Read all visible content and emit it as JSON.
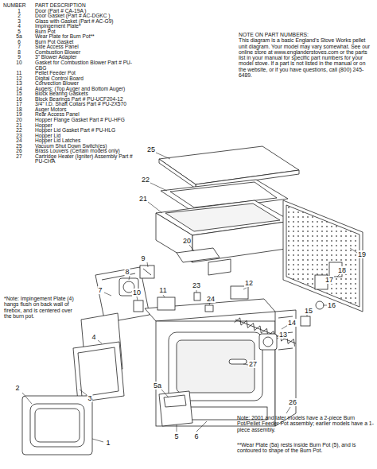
{
  "diagram": {
    "labels": [
      "NUMBER",
      "PART DESCRIPTION",
      "1",
      "Door (Part # CA-19A )",
      "2",
      "Door Gasket (Part # AC-DGKC )",
      "3",
      "Glass with Gasket (Part # AC-G9)",
      "4",
      "Impingement Plate*",
      "5",
      "Burn Pot",
      "5a",
      "Wear Plate for Burn Pot**",
      "6",
      "Burn Pot Gasket",
      "7",
      "Side Access Panel",
      "8",
      "Combustion Blower",
      "9",
      "3\" Blower Adapter",
      "10",
      "Gasket for Combustion Blower Part # PU-CBG",
      "11",
      "Pellet Feeder Pot",
      "12",
      "Digital Control Board",
      "13",
      "Convection Blower",
      "14",
      "Augers: (Top Auger and Bottom Auger)",
      "15",
      "Block Bearing Gaskets",
      "16",
      "Block Bearings Part # PU-UCF204-12",
      "17",
      "3/4\" I.D. Shaft Collars Part # PU-2X570",
      "18",
      "Auger Motors",
      "19",
      "Rear Access Panel",
      "20",
      "Hopper Flange Gasket Part # PU-HFG",
      "21",
      "Hopper",
      "22",
      "Hopper Lid Gasket Part # PU-HLG",
      "23",
      "Hopper Lid",
      "24",
      "Hopper Lid Latches",
      "25",
      "Vacuum Shut Down Switch(es)",
      "26",
      "Brass Louvers (Certain models only)",
      "27",
      "Cartridge Heater (Igniter) Assembly Part # PU-CHA",
      "NOTE ON PART NUMBERS:",
      "This diagram is a basic England's Stove Works pellet unit diagram. Your model may vary somewhat. See our online store at www.englanderstoves.com or the parts list in your manual for specific part numbers for your model stove. If a part is not listed in the manual or on the website, or if you have questions, call (800) 245-6489.",
      "*Note: Impingement Plate (4) hangs flush on back wall of firebox, and is centered over the burn pot.",
      "Note: 2001 and later models have a 2-piece Burn Pot/Pellet Feeder Pot assembly; earlier models have a 1-piece assembly.",
      "**Wear Plate (5a) rests inside Burn Pot (5), and is contoured to shape of the Burn Pot.",
      "25",
      "22",
      "21",
      "9",
      "8",
      "7",
      "20",
      "19",
      "18",
      "17",
      "16",
      "15",
      "14",
      "13",
      "12",
      "23",
      "24",
      "11",
      "10",
      "4",
      "27",
      "5a",
      "5",
      "6",
      "3",
      "2",
      "1",
      "26"
    ]
  }
}
